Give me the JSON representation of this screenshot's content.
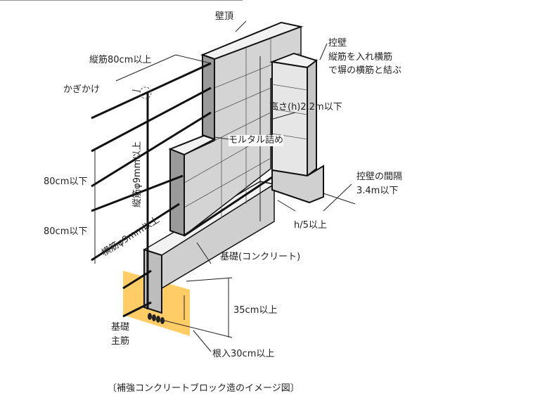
{
  "labels": {
    "wall_top": "壁頂",
    "buttress": "控壁",
    "buttress_note_1": "縦筋を入れ横筋",
    "buttress_note_2": "で塀の横筋と結ぶ",
    "vertical_bar_length": "縦筋80cm以上",
    "hook": "かぎかけ",
    "height": "高さ(h)2.2m以下",
    "mortar": "モルタル詰め",
    "spacing_1": "80cm以下",
    "spacing_2": "80cm以下",
    "vertical_bar_dia": "縦筋φ9mm以上",
    "horizontal_bar_dia": "横筋φ9mm以上",
    "buttress_interval_1": "控壁の間隔",
    "buttress_interval_2": "3.4m以下",
    "buttress_projection": "h/5以上",
    "foundation": "基礎(コンクリート)",
    "foundation_height": "35cm以上",
    "foundation_main_bar_1": "基礎",
    "foundation_main_bar_2": "主筋",
    "embedment": "根入30cm以上",
    "caption": "〔補強コンクリートブロック造のイメージ図〕"
  },
  "colors": {
    "block": "#d4d4d4",
    "block_light": "#ececec",
    "ground": "#ffcc66",
    "line": "#111111"
  }
}
